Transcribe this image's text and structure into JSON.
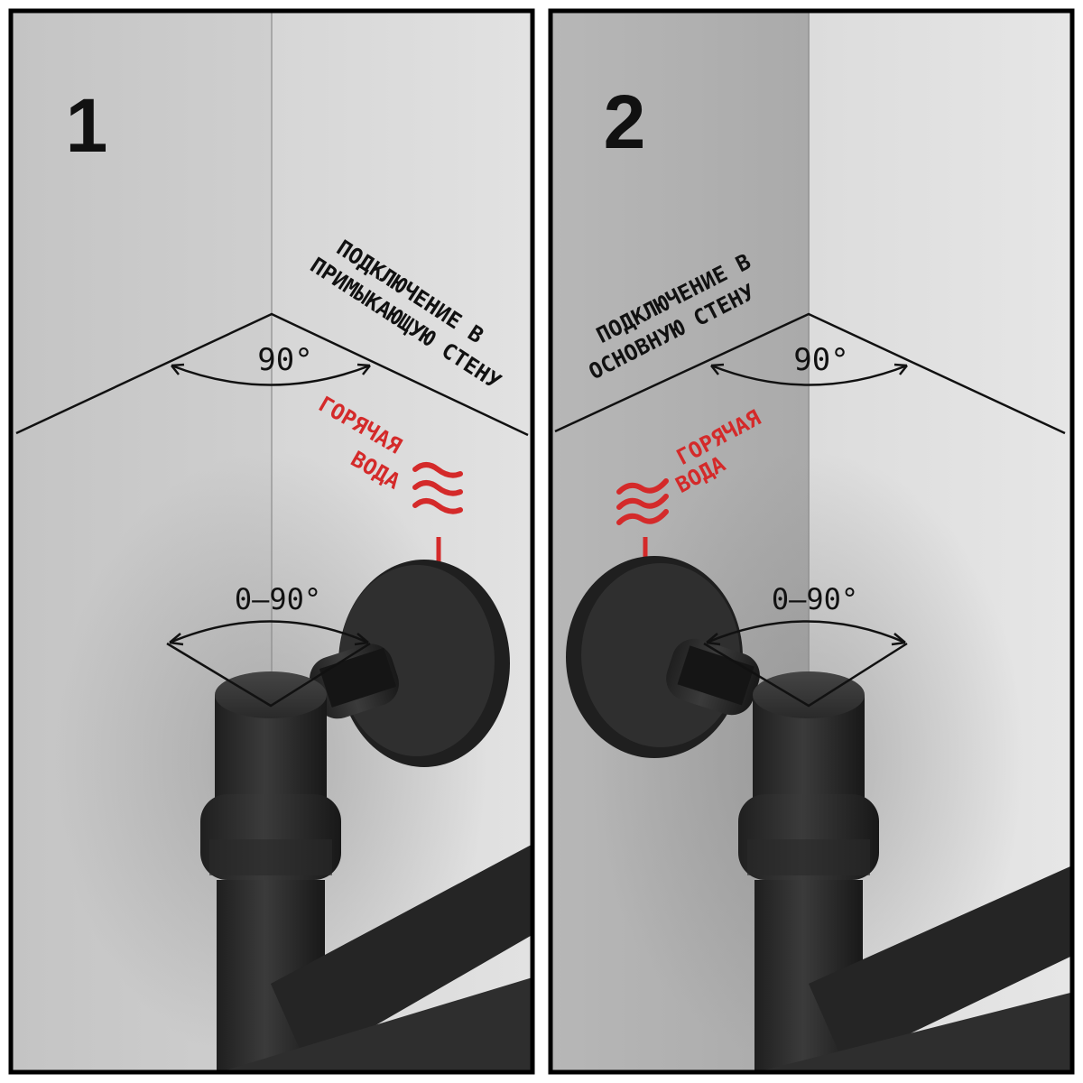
{
  "panels": [
    {
      "number": "1",
      "label_line1": "ПОДКЛЮЧЕНИЕ В",
      "label_line2": "ПРИМЫКАЮЩУЮ СТЕНУ",
      "corner_angle": "90°",
      "hot_line1": "ГОРЯЧАЯ",
      "hot_line2": "ВОДА",
      "rotation_range": "0–90°"
    },
    {
      "number": "2",
      "label_line1": "ПОДКЛЮЧЕНИЕ В",
      "label_line2": "ОСНОВНУЮ СТЕНУ",
      "corner_angle": "90°",
      "hot_line1": "ГОРЯЧАЯ",
      "hot_line2": "ВОДА",
      "rotation_range": "0–90°"
    }
  ],
  "colors": {
    "frame": "#000000",
    "wall_left": "#c9c9c9",
    "wall_right": "#dedede",
    "hot_water": "#d42a2a",
    "fitting": "#2c2c2c"
  },
  "icons": [
    "heat-waves-icon",
    "rotation-arc-icon",
    "corner-angle-icon"
  ]
}
